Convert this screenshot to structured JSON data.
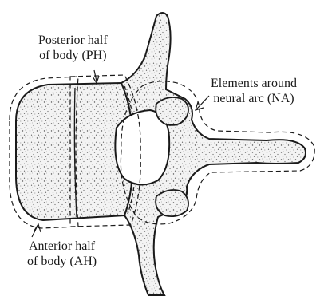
{
  "labels": {
    "posterior": {
      "line1": "Posterior half",
      "line2": "of body (PH)"
    },
    "neural": {
      "line1": "Elements around",
      "line2": "neural arc (NA)"
    },
    "anterior": {
      "line1": "Anterior half",
      "line2": "of body (AH)"
    }
  },
  "colors": {
    "ink": "#1a1a1a",
    "fill": "#f4f4f4",
    "speckle": "#555555"
  }
}
